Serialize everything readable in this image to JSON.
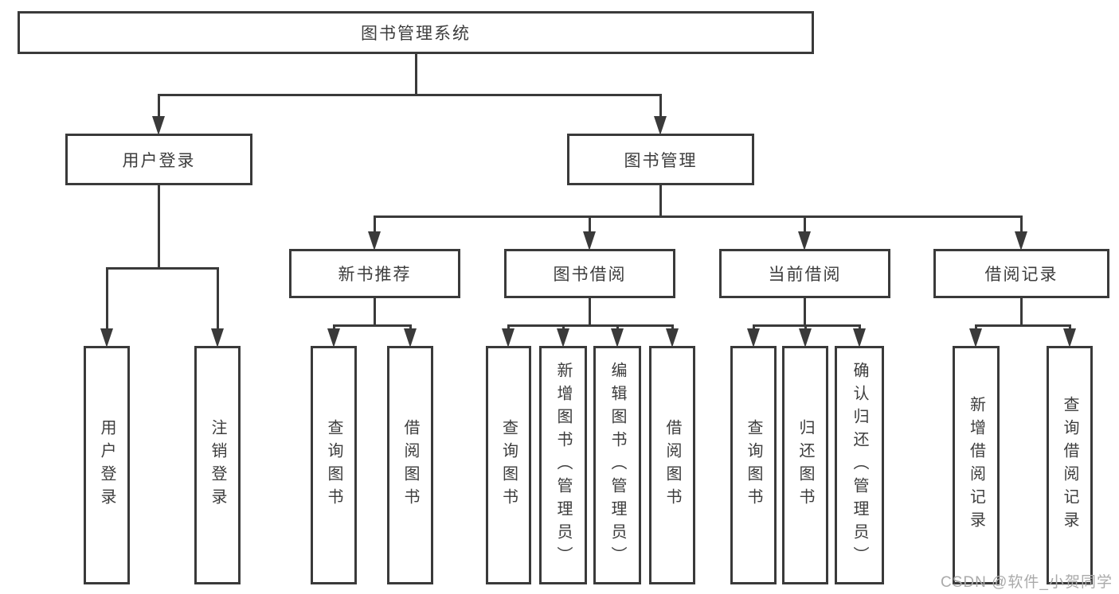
{
  "diagram": {
    "title": "图书管理系统",
    "nodes": [
      {
        "id": "root",
        "label": "图书管理系统",
        "level": 1,
        "parent": null
      },
      {
        "id": "user-login",
        "label": "用户登录",
        "level": 2,
        "parent": "root"
      },
      {
        "id": "book-mgmt",
        "label": "图书管理",
        "level": 2,
        "parent": "root"
      },
      {
        "id": "new-book-rec",
        "label": "新书推荐",
        "level": 3,
        "parent": "book-mgmt"
      },
      {
        "id": "book-borrow",
        "label": "图书借阅",
        "level": 3,
        "parent": "book-mgmt"
      },
      {
        "id": "current-borrow",
        "label": "当前借阅",
        "level": 3,
        "parent": "book-mgmt"
      },
      {
        "id": "borrow-history",
        "label": "借阅记录",
        "level": 3,
        "parent": "book-mgmt"
      },
      {
        "id": "leaf-user-login",
        "label": "用户登录",
        "level": 4,
        "parent": "user-login"
      },
      {
        "id": "leaf-logout",
        "label": "注销登录",
        "level": 4,
        "parent": "user-login"
      },
      {
        "id": "leaf-query-book-1",
        "label": "查询图书",
        "level": 4,
        "parent": "new-book-rec"
      },
      {
        "id": "leaf-borrow-book-1",
        "label": "借阅图书",
        "level": 4,
        "parent": "new-book-rec"
      },
      {
        "id": "leaf-query-book-2",
        "label": "查询图书",
        "level": 4,
        "parent": "book-borrow"
      },
      {
        "id": "leaf-add-book",
        "label": "新增图书（管理员）",
        "level": 4,
        "parent": "book-borrow"
      },
      {
        "id": "leaf-edit-book",
        "label": "编辑图书（管理员）",
        "level": 4,
        "parent": "book-borrow"
      },
      {
        "id": "leaf-borrow-book-2",
        "label": "借阅图书",
        "level": 4,
        "parent": "book-borrow"
      },
      {
        "id": "leaf-query-book-3",
        "label": "查询图书",
        "level": 4,
        "parent": "current-borrow"
      },
      {
        "id": "leaf-return-book",
        "label": "归还图书",
        "level": 4,
        "parent": "current-borrow"
      },
      {
        "id": "leaf-confirm-return",
        "label": "确认归还（管理员）",
        "level": 4,
        "parent": "current-borrow"
      },
      {
        "id": "leaf-add-record",
        "label": "新增借阅记录",
        "level": 4,
        "parent": "borrow-history"
      },
      {
        "id": "leaf-query-record",
        "label": "查询借阅记录",
        "level": 4,
        "parent": "borrow-history"
      }
    ]
  },
  "watermark": {
    "text": "CSDN @软件_小贺同学"
  },
  "colors": {
    "line": "#3a3a3a",
    "border": "#3a3a3a",
    "text": "#3d3d3d",
    "background": "#ffffff",
    "watermark": "#aaaaaa"
  }
}
